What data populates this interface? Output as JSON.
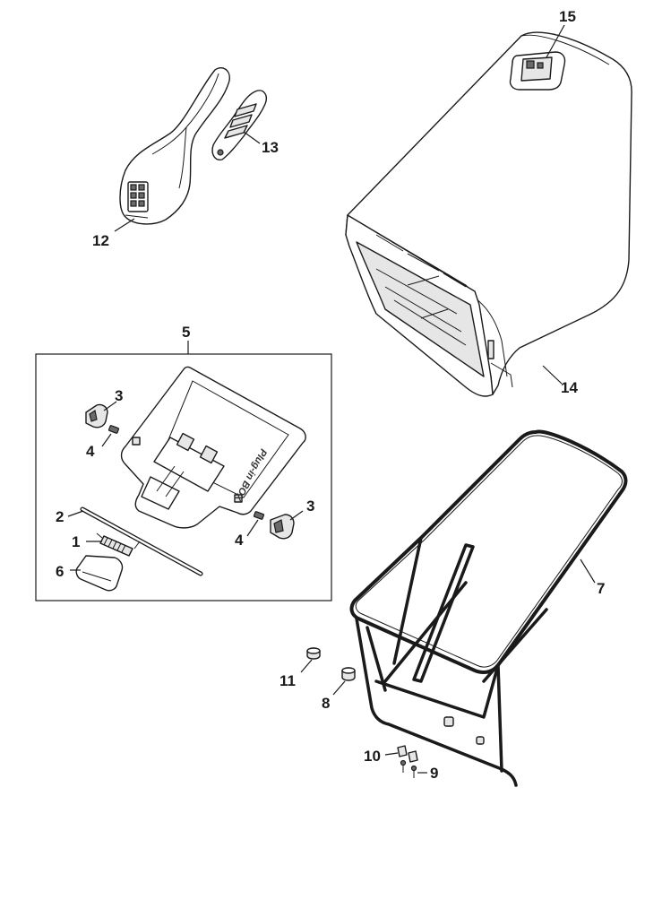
{
  "callouts": {
    "c1": "1",
    "c2": "2",
    "c3a": "3",
    "c3b": "3",
    "c4a": "4",
    "c4b": "4",
    "c5": "5",
    "c6": "6",
    "c7": "7",
    "c8": "8",
    "c9": "9",
    "c10": "10",
    "c11": "11",
    "c12": "12",
    "c13": "13",
    "c14": "14",
    "c15": "15"
  },
  "decal_text": "Plug-in BOX"
}
